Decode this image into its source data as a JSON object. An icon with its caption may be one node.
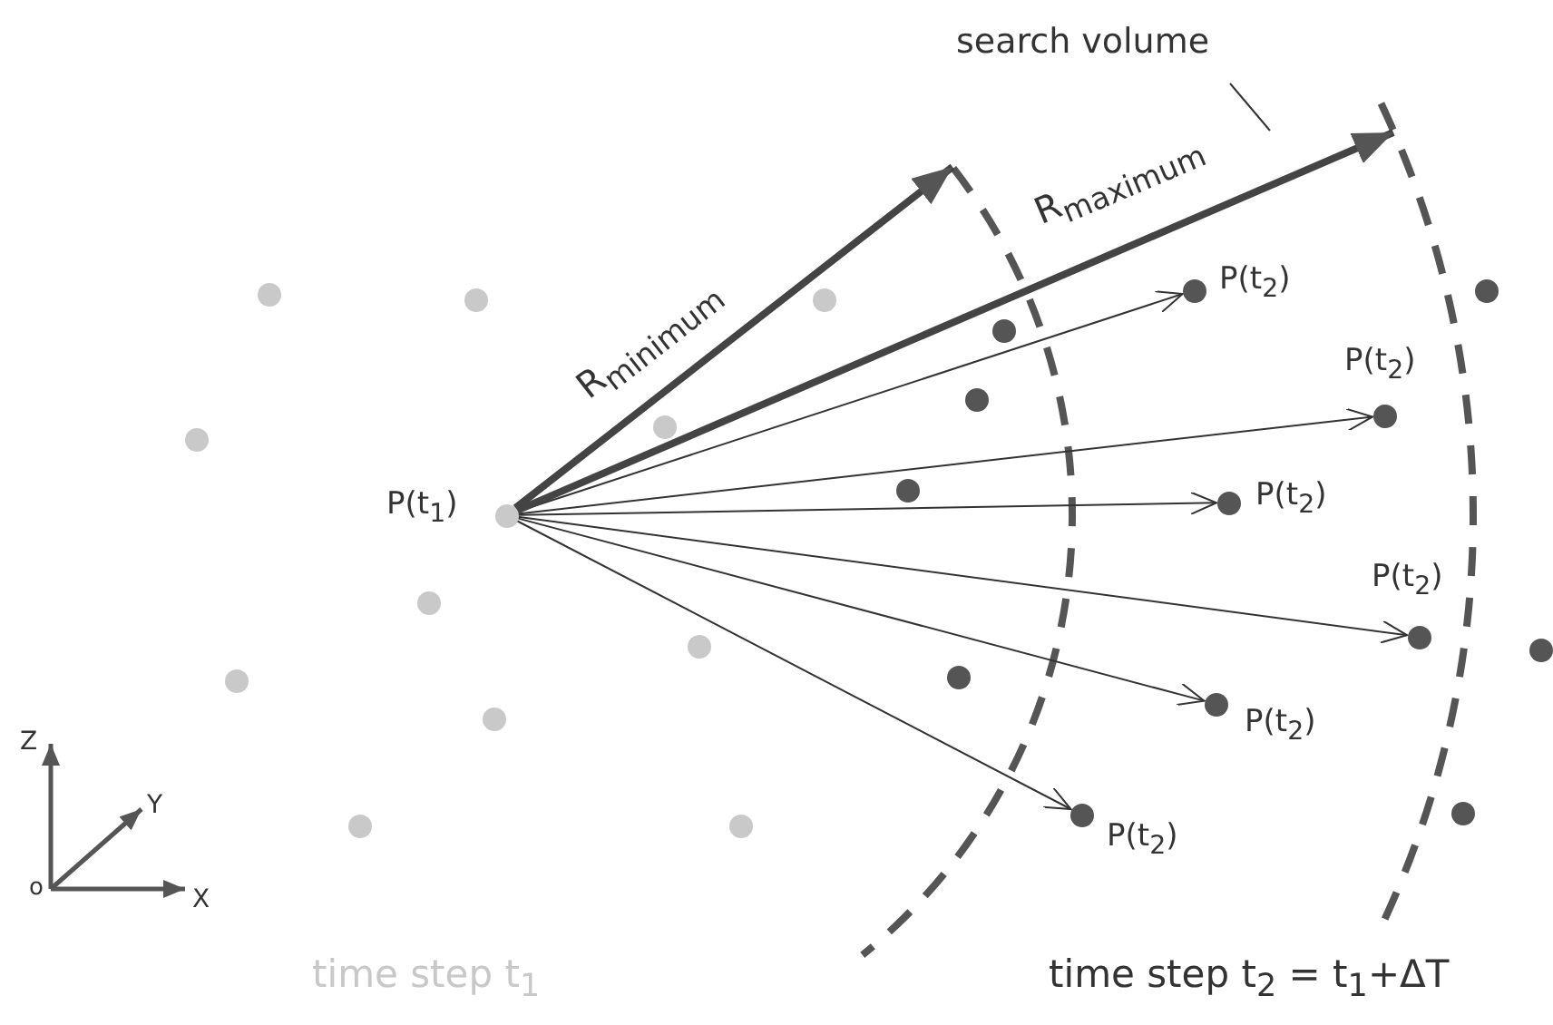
{
  "diagram": {
    "nodes": [
      {
        "text": [
          "search volume"
        ]
      },
      {
        "text": [],
        "shape": "circle"
      },
      {
        "text": [],
        "shape": "circle"
      },
      {
        "text": [],
        "shape": "circle"
      },
      {
        "text": [
          "P(t$_{2}$)"
        ]
      },
      {
        "text": [],
        "shape": "circle"
      },
      {
        "text": [],
        "shape": "circle"
      },
      {
        "text": [],
        "shape": "circle"
      },
      {
        "text": [
          "P(t$_{2}$)"
        ]
      },
      {
        "text": [],
        "shape": "circle"
      },
      {
        "text": [],
        "shape": "circle"
      },
      {
        "text": [],
        "shape": "circle"
      },
      {
        "text": [
          "P(t$_{2}$)"
        ]
      },
      {
        "text": [
          "P(t$_{1}$)"
        ]
      },
      {
        "text": [],
        "shape": "circle"
      },
      {
        "text": [
          "P(t$_{2}$)"
        ]
      },
      {
        "text": [],
        "shape": "circle"
      },
      {
        "text": [],
        "shape": "circle"
      },
      {
        "text": [],
        "shape": "circle"
      },
      {
        "text": [],
        "shape": "circle"
      },
      {
        "text": [
          "P(t$_{2}$)"
        ]
      },
      {
        "text": [],
        "shape": "circle"
      },
      {
        "text": [
          "P(t$_{2}$)"
        ]
      },
      {
        "text": [],
        "shape": "circle"
      },
      {
        "text": [],
        "shape": "circle"
      },
      {
        "text": [],
        "shape": "circle"
      }
    ],
    "edges": [
      {
        "from": 13,
        "to": 4,
        "arrow": "to"
      },
      {
        "from": 13,
        "to": 8,
        "arrow": "to"
      },
      {
        "from": 13,
        "to": 12,
        "arrow": "to"
      },
      {
        "from": 13,
        "to": 15,
        "arrow": "to"
      },
      {
        "from": 13,
        "to": 20,
        "arrow": "to"
      },
      {
        "from": 13,
        "to": 22,
        "arrow": "to"
      },
      {
        "from": 13,
        "to": null,
        "arrow": "to",
        "label": "R$_{minimum}$",
        "style": "thick"
      },
      {
        "from": 13,
        "to": null,
        "arrow": "to",
        "label": "R$_{maximum}$",
        "style": "thick"
      },
      {
        "from": 0,
        "to": null,
        "arrow": "none"
      }
    ],
    "labels": [
      "Z",
      "Y",
      "o",
      "X",
      "time step t$_{1}$",
      "time step t$_{2}$ = t$_{1}$+ΔT"
    ]
  }
}
